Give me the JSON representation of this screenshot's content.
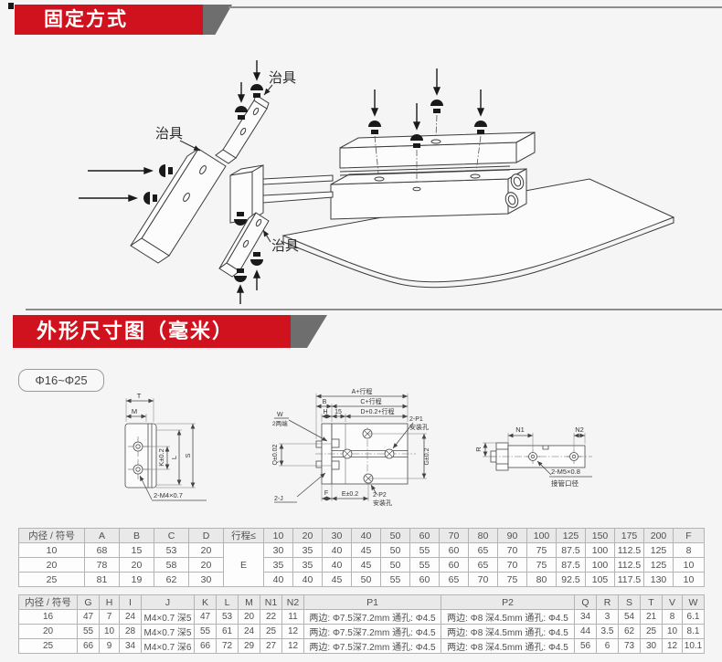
{
  "colors": {
    "banner_red": "#cf121e",
    "tail_gray": "#6e6e6e",
    "line_gray": "#8d8d8d"
  },
  "banners": {
    "fixing": {
      "label": "固定方式"
    },
    "outline": {
      "label": "外形尺寸图（毫米）"
    }
  },
  "diagram": {
    "jig_label": "治具"
  },
  "badge": {
    "label": "Φ16~Φ25"
  },
  "views": {
    "left": {
      "t": "T",
      "m": "M",
      "k": "K±0.2",
      "l": "L",
      "s": "S",
      "callout": "2-M4×0.7"
    },
    "middle": {
      "a": "A+行程",
      "b": "B",
      "c": "C+行程",
      "h": "H",
      "fifteen": "15",
      "d": "D+0.2+行程",
      "w": "W",
      "w_note": "2两端",
      "p1": "2-P1",
      "p1_note": "安装孔",
      "q": "Q±0.02",
      "g": "G±0.2",
      "j": "2-J",
      "f": "F",
      "e": "E±0.2",
      "p2": "2-P2",
      "p2_note": "安装孔"
    },
    "right": {
      "n1": "N1",
      "n2": "N2",
      "r": "R",
      "callout": "2-M5×0.8",
      "callout_note": "接管口径"
    }
  },
  "tables": {
    "t1": {
      "header": [
        "内径 / 符号",
        "A",
        "B",
        "C",
        "D",
        "行程≤",
        "10",
        "20",
        "30",
        "40",
        "50",
        "60",
        "70",
        "80",
        "90",
        "100",
        "125",
        "150",
        "175",
        "200",
        "F"
      ],
      "rows": [
        [
          "10",
          "68",
          "15",
          "53",
          "20",
          {
            "text": "E",
            "rowspan": 3
          },
          "30",
          "35",
          "40",
          "45",
          "50",
          "55",
          "60",
          "65",
          "70",
          "75",
          "87.5",
          "100",
          "112.5",
          "125",
          "8"
        ],
        [
          "20",
          "78",
          "20",
          "58",
          "20",
          "35",
          "35",
          "40",
          "45",
          "50",
          "55",
          "60",
          "65",
          "70",
          "75",
          "87.5",
          "100",
          "112.5",
          "125",
          "10"
        ],
        [
          "25",
          "81",
          "19",
          "62",
          "30",
          "40",
          "40",
          "45",
          "50",
          "55",
          "60",
          "65",
          "70",
          "75",
          "80",
          "92.5",
          "105",
          "117.5",
          "130",
          "10"
        ]
      ]
    },
    "t2": {
      "header": [
        "内径 / 符号",
        "G",
        "H",
        "I",
        "J",
        "K",
        "L",
        "M",
        "N1",
        "N2",
        "P1",
        "P2",
        "Q",
        "R",
        "S",
        "T",
        "V",
        "W"
      ],
      "rows": [
        [
          "16",
          "47",
          "7",
          "24",
          "M4×0.7 深5",
          "47",
          "53",
          "20",
          "22",
          "11",
          "两边: Φ7.5深7.2mm 通孔: Φ4.5",
          "两边: Φ8 深4.5mm 通孔: Φ4.5",
          "34",
          "3",
          "54",
          "21",
          "8",
          "6.1"
        ],
        [
          "20",
          "55",
          "10",
          "28",
          "M4×0.7 深5",
          "55",
          "61",
          "24",
          "25",
          "12",
          "两边: Φ7.5深7.2mm 通孔: Φ4.5",
          "两边: Φ8 深4.5mm 通孔: Φ4.5",
          "44",
          "3.5",
          "62",
          "25",
          "10",
          "8.1"
        ],
        [
          "25",
          "66",
          "9",
          "34",
          "M4×0.7 深6",
          "66",
          "72",
          "29",
          "27",
          "12",
          "两边: Φ7.5深7.2mm 通孔: Φ4.5",
          "两边: Φ8 深4.5mm 通孔: Φ4.5",
          "56",
          "6",
          "73",
          "30",
          "12",
          "10.1"
        ]
      ]
    }
  }
}
